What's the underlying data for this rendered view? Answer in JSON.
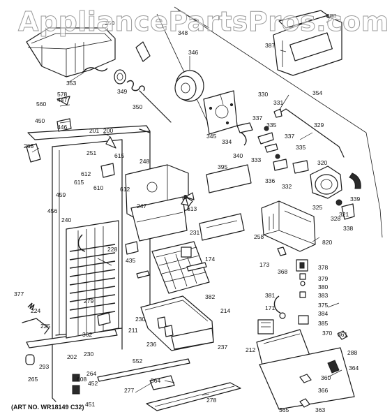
{
  "watermark": "AppliancePartsPros.com",
  "art_number": "(ART NO. WR18149 C32)",
  "callouts": [
    "350",
    "348",
    "346",
    "388",
    "387",
    "353",
    "349",
    "350",
    "578",
    "447",
    "560",
    "450",
    "446",
    "201",
    "200",
    "251",
    "268",
    "612",
    "615",
    "610",
    "248",
    "615",
    "612",
    "395",
    "330",
    "331",
    "354",
    "337",
    "335",
    "329",
    "345",
    "334",
    "340",
    "333",
    "337",
    "335",
    "320",
    "336",
    "332",
    "325",
    "321",
    "339",
    "328",
    "338",
    "459",
    "456",
    "247",
    "613",
    "240",
    "231",
    "258",
    "820",
    "228",
    "435",
    "174",
    "173",
    "368",
    "378",
    "379",
    "380",
    "382",
    "381",
    "171",
    "383",
    "375",
    "384",
    "385",
    "377",
    "224",
    "225",
    "279",
    "230",
    "214",
    "211",
    "236",
    "237",
    "212",
    "370",
    "361",
    "362",
    "230",
    "202",
    "293",
    "265",
    "264",
    "608",
    "452",
    "451",
    "552",
    "277",
    "564",
    "278",
    "288",
    "364",
    "360",
    "366",
    "365",
    "363"
  ]
}
